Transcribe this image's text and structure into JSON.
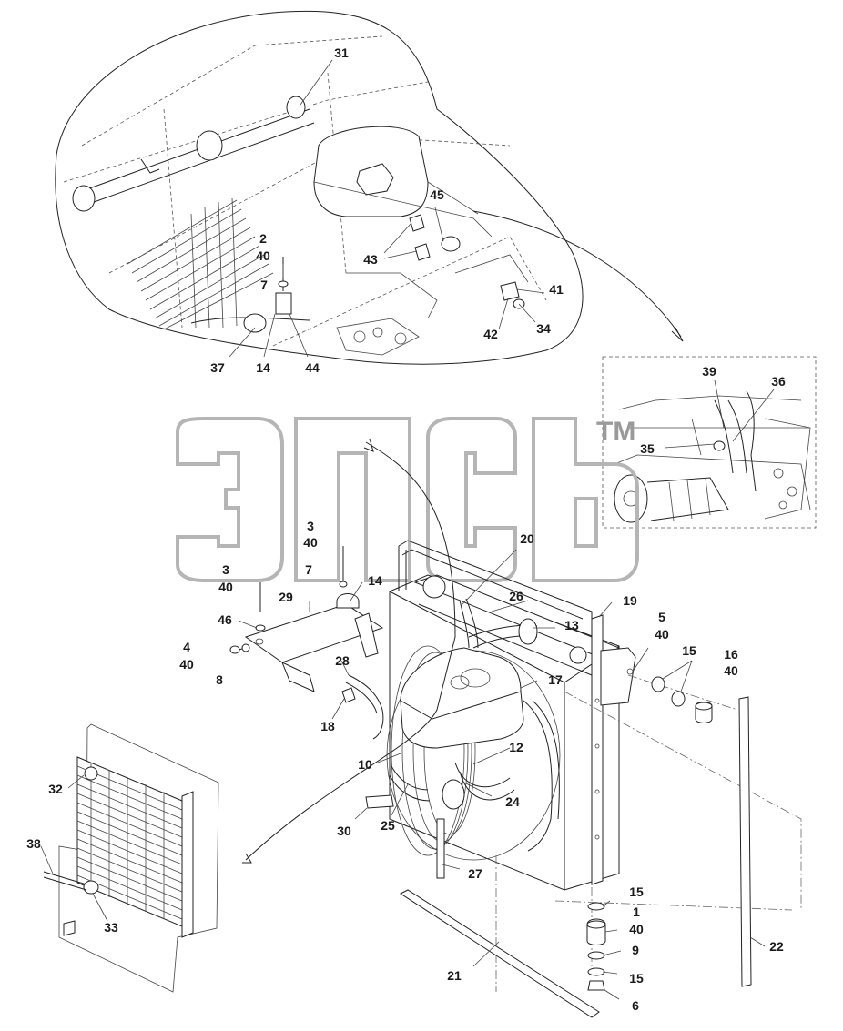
{
  "watermark": {
    "trademark": "TM"
  },
  "callouts": [
    {
      "id": "31",
      "label": "31"
    },
    {
      "id": "45",
      "label": "45"
    },
    {
      "id": "2-40",
      "label": "2\n40"
    },
    {
      "id": "43",
      "label": "43"
    },
    {
      "id": "7a",
      "label": "7"
    },
    {
      "id": "41",
      "label": "41"
    },
    {
      "id": "42",
      "label": "42"
    },
    {
      "id": "34",
      "label": "34"
    },
    {
      "id": "37",
      "label": "37"
    },
    {
      "id": "14a",
      "label": "14"
    },
    {
      "id": "44",
      "label": "44"
    },
    {
      "id": "39",
      "label": "39"
    },
    {
      "id": "36",
      "label": "36"
    },
    {
      "id": "35",
      "label": "35"
    },
    {
      "id": "3-40a",
      "label": "3\n40"
    },
    {
      "id": "7b",
      "label": "7"
    },
    {
      "id": "3-40b",
      "label": "3\n40"
    },
    {
      "id": "14b",
      "label": "14"
    },
    {
      "id": "29",
      "label": "29"
    },
    {
      "id": "20",
      "label": "20"
    },
    {
      "id": "26",
      "label": "26"
    },
    {
      "id": "19",
      "label": "19"
    },
    {
      "id": "13",
      "label": "13"
    },
    {
      "id": "46",
      "label": "46"
    },
    {
      "id": "4-40",
      "label": "4\n40"
    },
    {
      "id": "8",
      "label": "8"
    },
    {
      "id": "5-40",
      "label": "5\n40"
    },
    {
      "id": "15a",
      "label": "15"
    },
    {
      "id": "16-40",
      "label": "16\n40"
    },
    {
      "id": "28",
      "label": "28"
    },
    {
      "id": "17",
      "label": "17"
    },
    {
      "id": "18",
      "label": "18"
    },
    {
      "id": "12",
      "label": "12"
    },
    {
      "id": "10",
      "label": "10"
    },
    {
      "id": "32",
      "label": "32"
    },
    {
      "id": "24",
      "label": "24"
    },
    {
      "id": "30",
      "label": "30"
    },
    {
      "id": "25",
      "label": "25"
    },
    {
      "id": "38",
      "label": "38"
    },
    {
      "id": "27",
      "label": "27"
    },
    {
      "id": "33",
      "label": "33"
    },
    {
      "id": "15b",
      "label": "15"
    },
    {
      "id": "1-40",
      "label": "1\n40"
    },
    {
      "id": "22",
      "label": "22"
    },
    {
      "id": "9",
      "label": "9"
    },
    {
      "id": "21",
      "label": "21"
    },
    {
      "id": "15c",
      "label": "15"
    },
    {
      "id": "6",
      "label": "6"
    }
  ]
}
